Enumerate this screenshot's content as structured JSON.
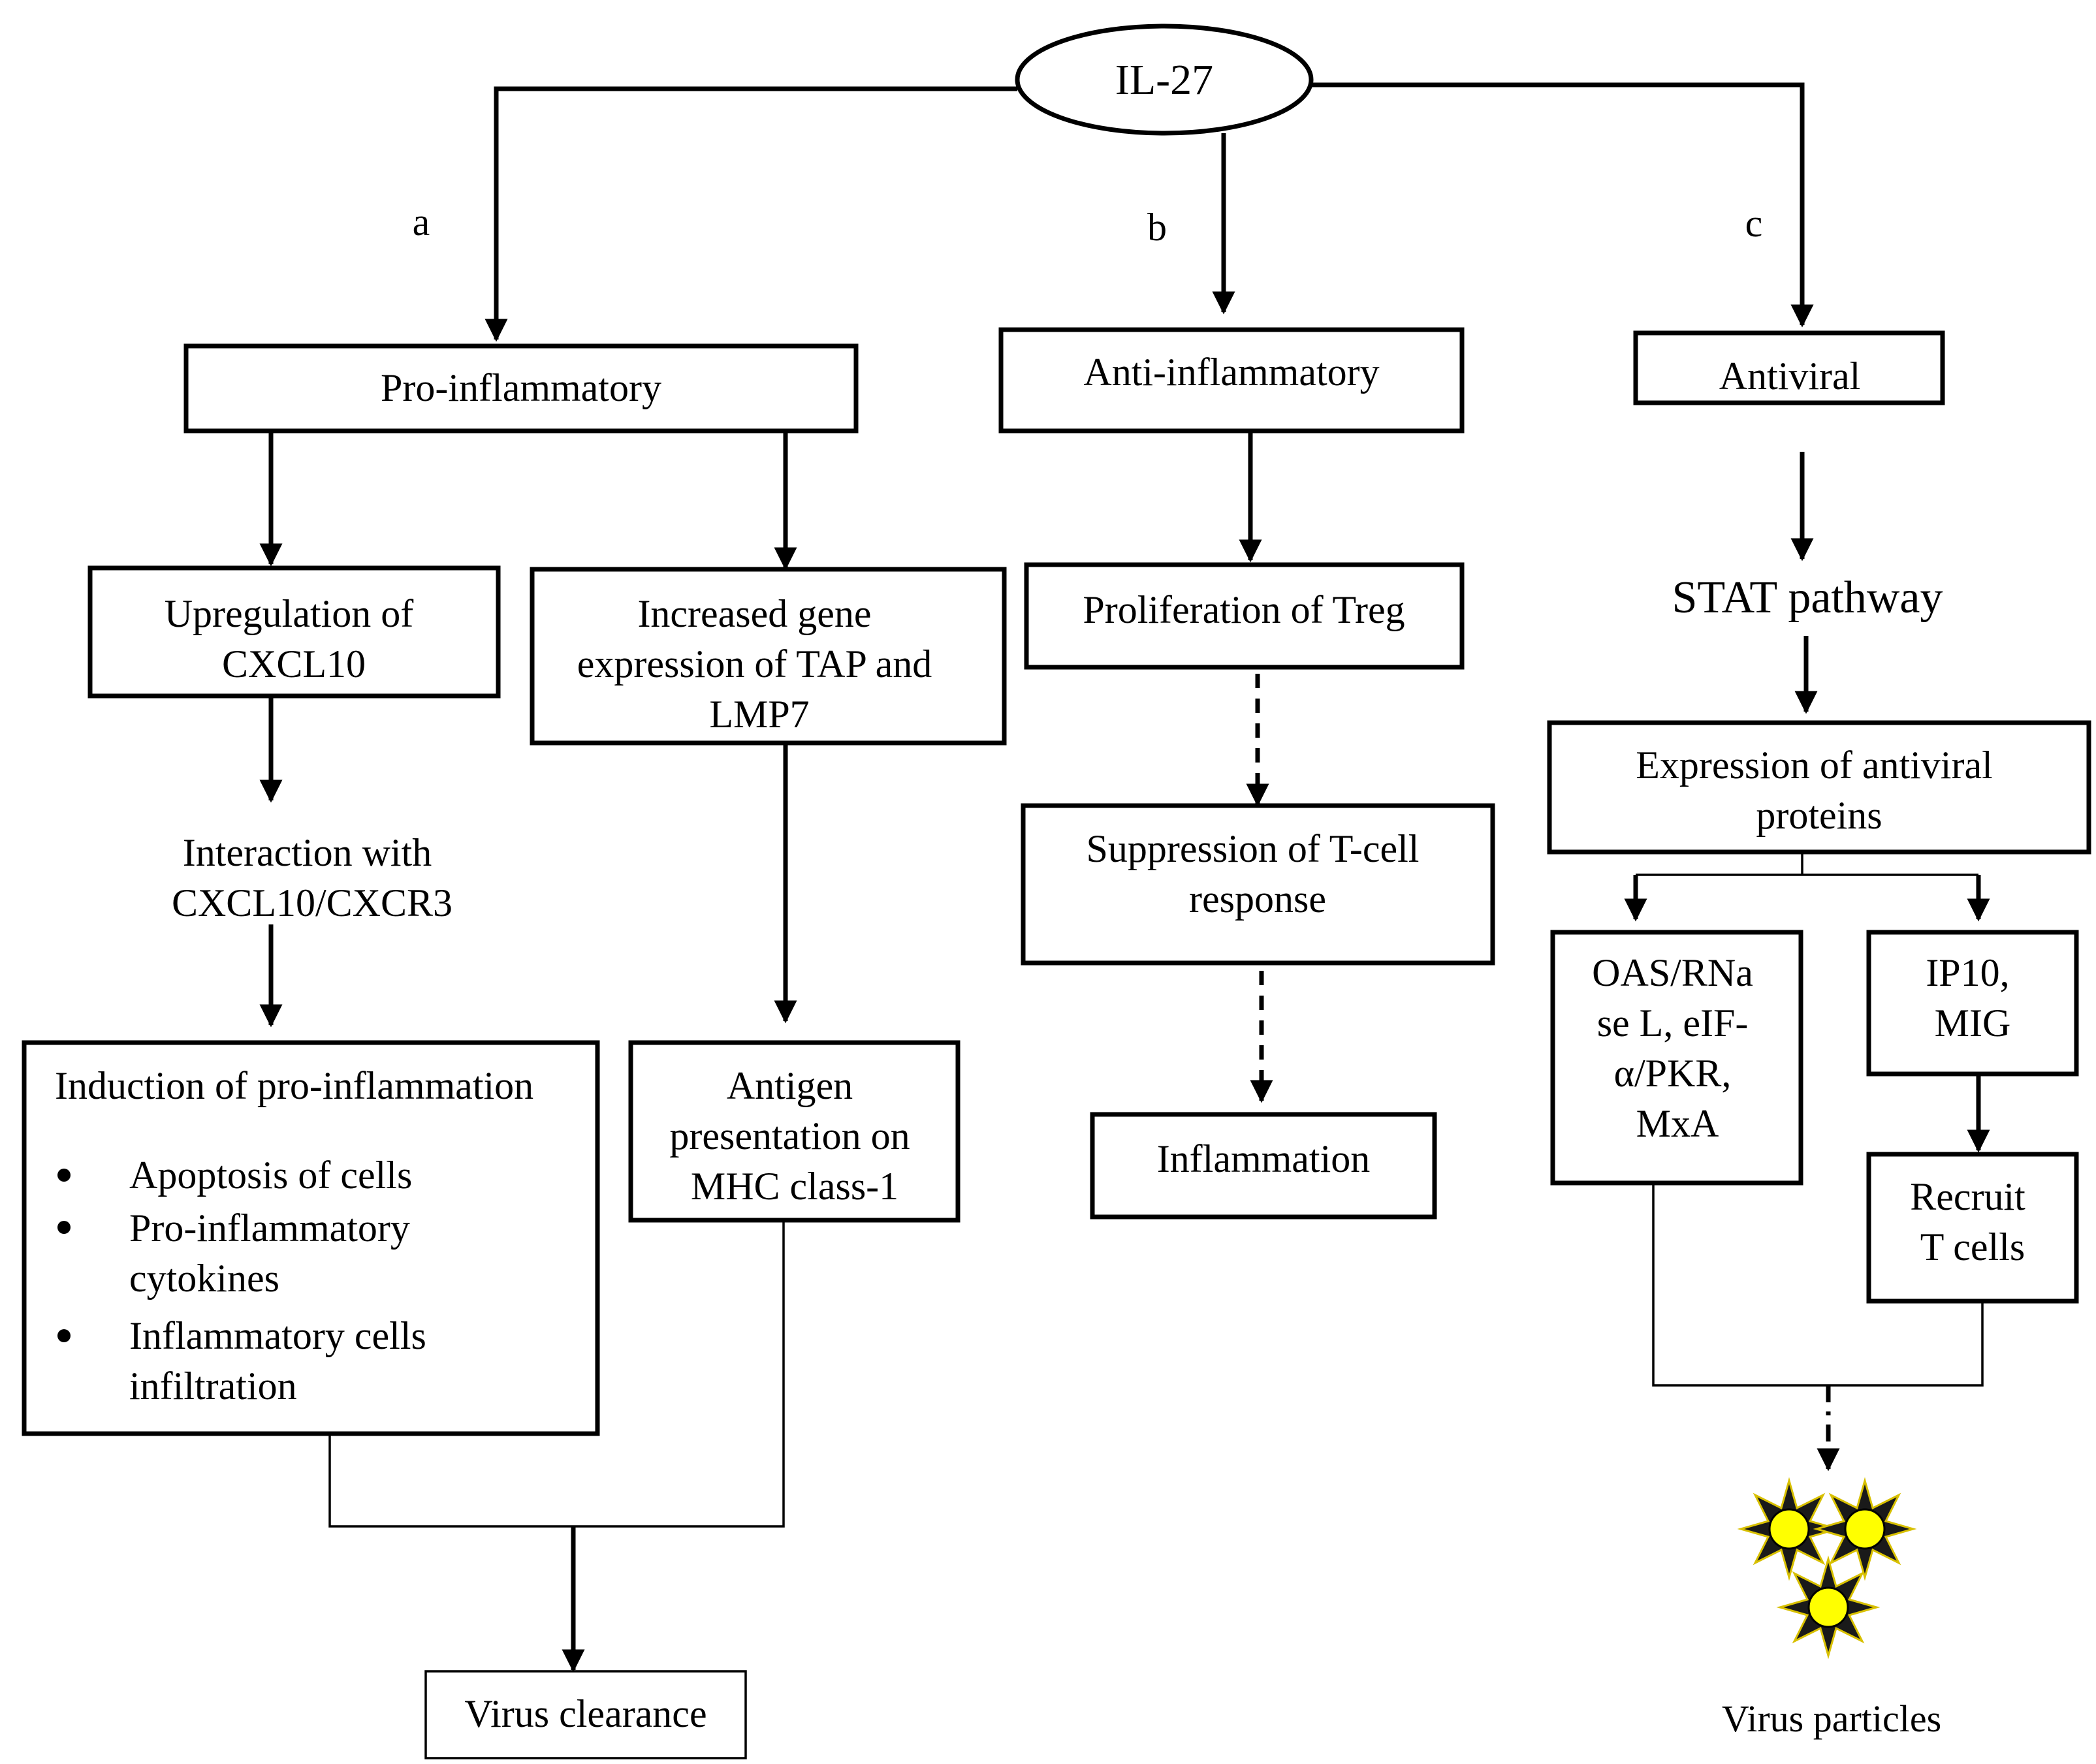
{
  "root": {
    "label": "IL-27"
  },
  "branches": {
    "a": {
      "letter": "a",
      "title": "Pro-inflammatory",
      "upregulation": [
        "Upregulation of",
        "CXCL10"
      ],
      "interaction": [
        "Interaction with",
        "CXCL10/CXCR3"
      ],
      "induction_title": "Induction of pro-inflammation",
      "induction_bullets": [
        [
          "Apoptosis of cells"
        ],
        [
          "Pro-inflammatory",
          "cytokines"
        ],
        [
          "Inflammatory cells",
          "infiltration"
        ]
      ],
      "gene_expression": [
        "Increased gene",
        "expression of TAP and",
        "LMP7"
      ],
      "antigen": [
        "Antigen",
        "presentation on",
        "MHC class-1"
      ],
      "outcome": "Virus clearance"
    },
    "b": {
      "letter": "b",
      "title": "Anti-inflammatory",
      "proliferation": "Proliferation of Treg",
      "suppression": [
        "Suppression of T-cell",
        "response"
      ],
      "outcome": "Inflammation"
    },
    "c": {
      "letter": "c",
      "title": "Antiviral",
      "pathway": "STAT pathway",
      "expression": [
        "Expression of antiviral",
        "proteins"
      ],
      "oas": [
        "OAS/RNa",
        "se L, eIF-",
        "α/PKR,",
        "MxA"
      ],
      "ip10": [
        "IP10,",
        "MIG"
      ],
      "recruit": [
        "Recruit",
        "T cells"
      ],
      "outcome": "Virus particles"
    }
  },
  "colors": {
    "line": "#000000",
    "virus_fill": "#ffff00",
    "virus_spike": "#1a1a1a"
  }
}
